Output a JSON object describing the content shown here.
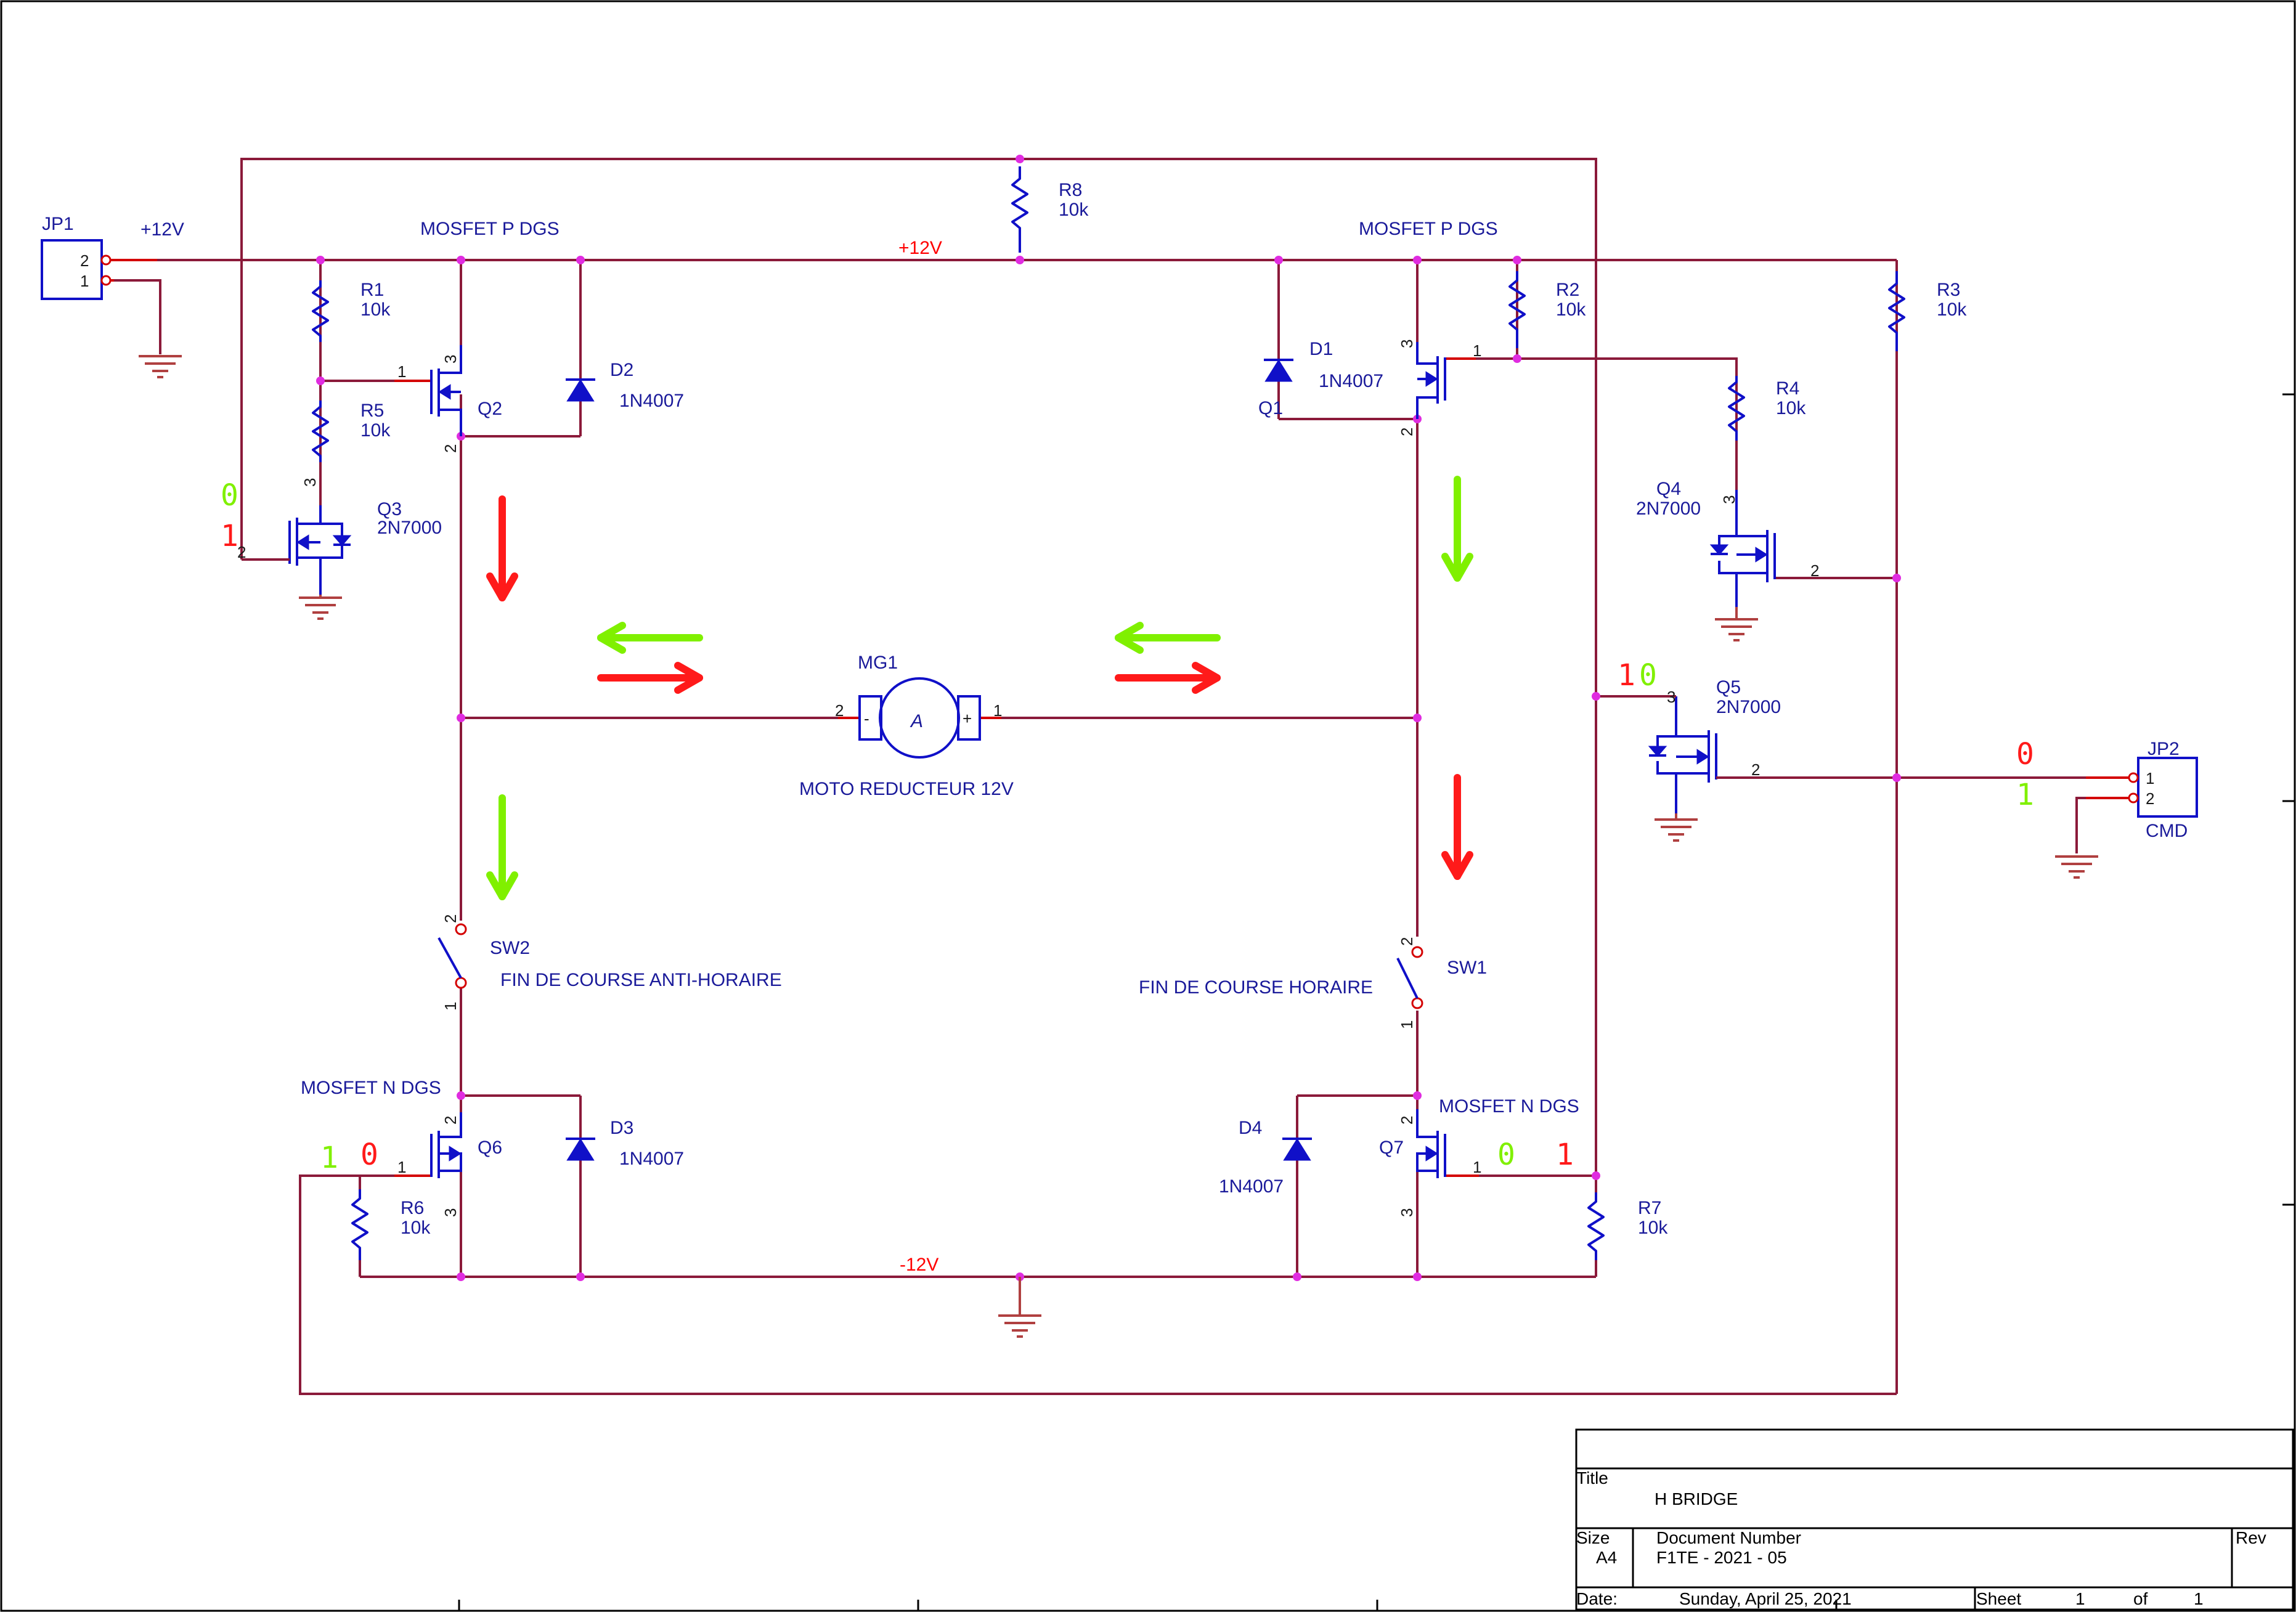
{
  "labels": {
    "jp1": {
      "ref": "JP1",
      "pin2": "2",
      "pin1": "1"
    },
    "jp2": {
      "ref": "JP2",
      "value": "CMD",
      "pin1": "1",
      "pin2": "2"
    },
    "net_plus12_left": "+12V",
    "net_plus12_top": "+12V",
    "net_minus12": "-12V",
    "mosfet_p_left": "MOSFET P DGS",
    "mosfet_p_right": "MOSFET P DGS",
    "mosfet_n_left": "MOSFET N DGS",
    "mosfet_n_right": "MOSFET N DGS",
    "r1": {
      "ref": "R1",
      "value": "10k"
    },
    "r2": {
      "ref": "R2",
      "value": "10k"
    },
    "r3": {
      "ref": "R3",
      "value": "10k"
    },
    "r4": {
      "ref": "R4",
      "value": "10k"
    },
    "r5": {
      "ref": "R5",
      "value": "10k"
    },
    "r6": {
      "ref": "R6",
      "value": "10k"
    },
    "r7": {
      "ref": "R7",
      "value": "10k"
    },
    "r8": {
      "ref": "R8",
      "value": "10k"
    },
    "d1": {
      "ref": "D1",
      "value": "1N4007"
    },
    "d2": {
      "ref": "D2",
      "value": "1N4007"
    },
    "d3": {
      "ref": "D3",
      "value": "1N4007"
    },
    "d4": {
      "ref": "D4",
      "value": "1N4007"
    },
    "q1": {
      "ref": "Q1"
    },
    "q2": {
      "ref": "Q2"
    },
    "q3": {
      "ref": "Q3",
      "value": "2N7000"
    },
    "q4": {
      "ref": "Q4",
      "value": "2N7000"
    },
    "q5": {
      "ref": "Q5",
      "value": "2N7000"
    },
    "q6": {
      "ref": "Q6"
    },
    "q7": {
      "ref": "Q7"
    },
    "mg1": {
      "ref": "MG1",
      "value": "MOTO REDUCTEUR 12V",
      "pin2": "2",
      "pin1": "1",
      "minus": "-",
      "plus": "+",
      "letter": "A"
    },
    "sw1": {
      "ref": "SW1",
      "desc": "FIN DE COURSE HORAIRE"
    },
    "sw2": {
      "ref": "SW2",
      "desc": "FIN DE COURSE ANTI-HORAIRE"
    },
    "pins": {
      "one": "1",
      "two": "2",
      "three": "3"
    }
  },
  "states": {
    "q3_green": "0",
    "q3_red": "1",
    "q5_red": "1",
    "q5_green": "0",
    "jp2_red": "0",
    "jp2_green": "1",
    "q6_green": "1",
    "q6_red": "0",
    "q7_green": "0",
    "q7_red": "1"
  },
  "colors": {
    "wire": "#8b1a3a",
    "component": "#1010c8",
    "junction": "#e02ce0",
    "arrow_red": "#ff1a1a",
    "arrow_green": "#80f000",
    "net_label": "#ff0000"
  },
  "title_block": {
    "title_label": "Title",
    "title": "H BRIDGE",
    "size_label": "Size",
    "size": "A4",
    "docnum_label": "Document Number",
    "docnum": "F1TE - 2021 - 05",
    "rev_label": "Rev",
    "date_label": "Date:",
    "date": "Sunday, April 25, 2021",
    "sheet_label": "Sheet",
    "sheet": "1",
    "of_label": "of",
    "sheet_total": "1"
  }
}
